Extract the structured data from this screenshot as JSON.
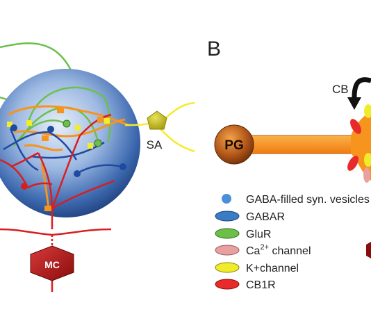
{
  "panel_b_label": "B",
  "nodes": {
    "mc": "MC",
    "sa": "SA",
    "pg": "PG",
    "cb": "CB"
  },
  "legend": [
    {
      "name": "legend-gaba-vesicle",
      "text": "GABA-filled syn. vesicles",
      "color": "#4a90d9"
    },
    {
      "name": "legend-gabar",
      "text": "GABAR",
      "color": "#3a7cc4"
    },
    {
      "name": "legend-glur",
      "text": "GluR",
      "color": "#6cc04a"
    },
    {
      "name": "legend-ca-channel",
      "text_main": "Ca",
      "text_sup": "2+",
      "text_rest": " channel",
      "color": "#e8a0a0"
    },
    {
      "name": "legend-k-channel",
      "text": "K+channel",
      "color": "#f0ec2a"
    },
    {
      "name": "legend-cb1r",
      "text": "CB1R",
      "color": "#e82a2a"
    }
  ],
  "colors": {
    "glomerulus": "#2e5fa8",
    "mc_red": "#d81e1e",
    "pg_orange": "#f7941d",
    "sa_yellow": "#f2ec2a",
    "glur_green": "#6cc04a"
  }
}
